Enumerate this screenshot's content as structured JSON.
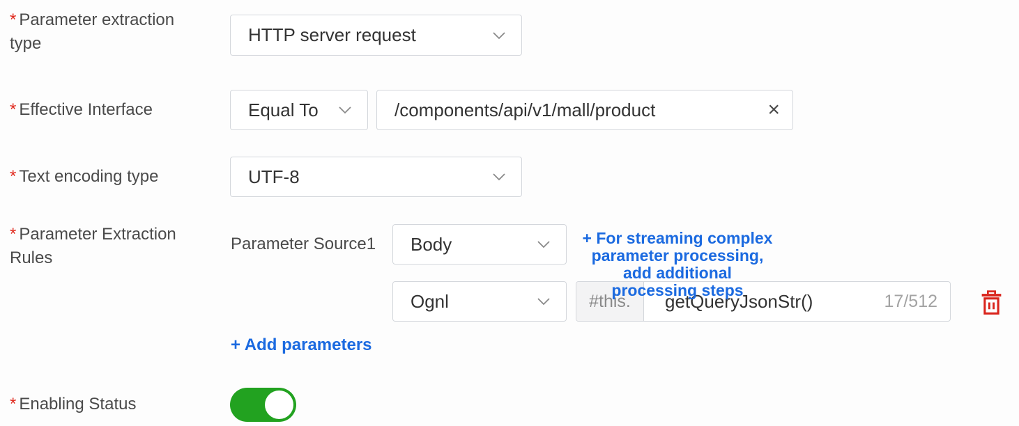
{
  "form": {
    "parameter_extraction_type": {
      "required": "*",
      "label": "Parameter extraction type",
      "value": "HTTP server request"
    },
    "effective_interface": {
      "required": "*",
      "label": "Effective Interface",
      "operator": "Equal To",
      "value": "/components/api/v1/mall/product",
      "clear_icon": "×"
    },
    "text_encoding_type": {
      "required": "*",
      "label": "Text encoding type",
      "value": "UTF-8"
    },
    "parameter_extraction_rules": {
      "required": "*",
      "label": "Parameter Extraction Rules",
      "source_label": "Parameter Source1",
      "source_value": "Body",
      "streaming_link": "+ For streaming complex\nparameter processing,\nadd additional\nprocessing steps",
      "expression_language": "Ognl",
      "expression_prefix": "#this.",
      "expression_value": "getQueryJsonStr()",
      "char_counter": "17/512",
      "add_parameters_link": "+ Add parameters"
    },
    "enabling_status": {
      "required": "*",
      "label": "Enabling Status",
      "state": "on"
    }
  },
  "icons": {
    "chevron_down": "chevron-down",
    "clear": "×",
    "trash": "trash-can"
  },
  "colors": {
    "accent_blue": "#1b6ae0",
    "danger_red": "#d9241c",
    "toggle_green": "#22a220",
    "required_red": "#e02a1e",
    "border_grey": "#d4d7dc"
  }
}
